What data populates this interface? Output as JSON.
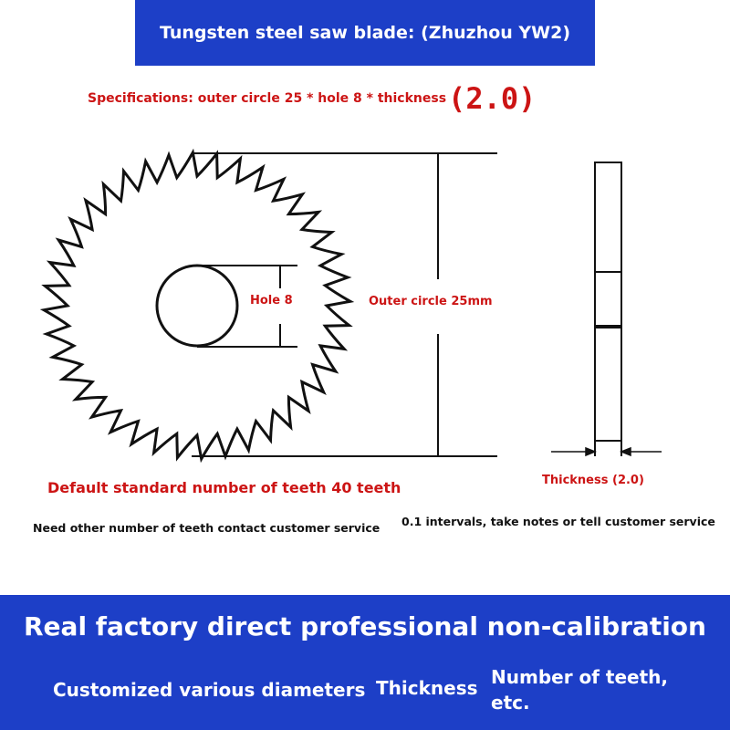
{
  "header": {
    "title": "Tungsten steel saw blade: (Zhuzhou YW2)"
  },
  "spec": {
    "text": "Specifications: outer circle 25 * hole 8 * thickness",
    "thickness_value": "(2.0)"
  },
  "diagram": {
    "hole_label": "Hole 8",
    "outer_label": "Outer circle 25mm",
    "thickness_label": "Thickness (2.0)",
    "teeth_label": "Default standard number of teeth 40 teeth",
    "teeth_note": "Need other number of teeth contact customer service",
    "interval_note": "0.1 intervals, take notes or tell customer service"
  },
  "footer": {
    "headline": "Real factory direct professional non-calibration",
    "feature_1": "Customized various diameters",
    "feature_2": "Thickness",
    "feature_3": "Number of teeth, etc."
  },
  "colors": {
    "banner": "#1d3fc7",
    "accent_red": "#cc1414",
    "line": "#111111"
  }
}
